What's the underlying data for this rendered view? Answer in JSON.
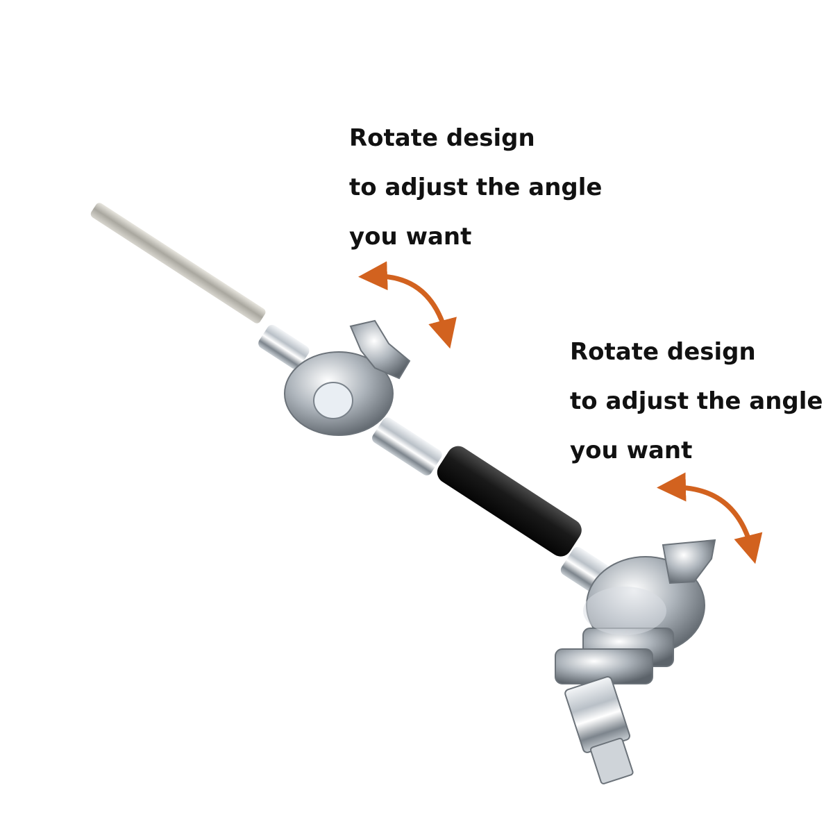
{
  "image": {
    "background": "#ffffff",
    "arrow_color": "#d2621f"
  },
  "captions": {
    "top": {
      "line1": "Rotate design",
      "line2": "to adjust the angle",
      "line3": "you want"
    },
    "bottom": {
      "line1": "Rotate design",
      "line2": "to adjust the angle",
      "line3": "you want"
    }
  }
}
